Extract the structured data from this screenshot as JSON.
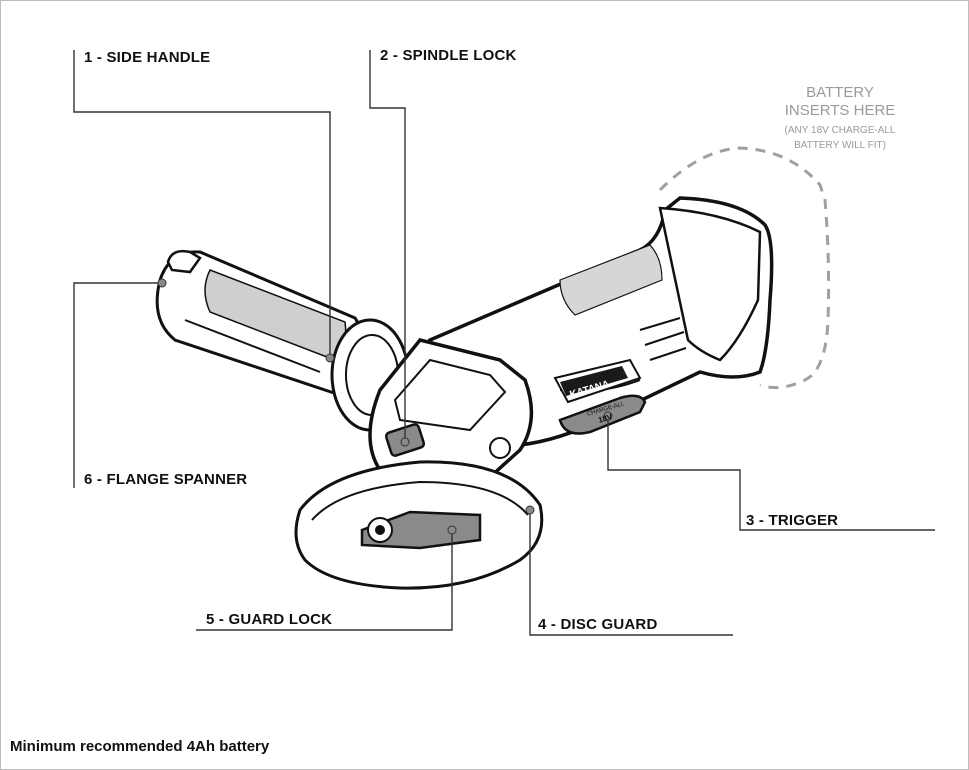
{
  "callouts": {
    "side_handle": "1 - SIDE HANDLE",
    "spindle_lock": "2 - SPINDLE LOCK",
    "trigger": "3 - TRIGGER",
    "disc_guard": "4 - DISC GUARD",
    "guard_lock": "5 - GUARD LOCK",
    "flange_spanner": "6 - FLANGE SPANNER"
  },
  "battery_note": {
    "line1": "BATTERY",
    "line2": "INSERTS HERE",
    "line3": "(ANY 18V CHARGE-ALL",
    "line4": "BATTERY WILL FIT)"
  },
  "branding": {
    "logo": "KATANA",
    "sub": "CHARGE-ALL",
    "voltage": "18V"
  },
  "footer_note": "Minimum recommended 4Ah battery",
  "colors": {
    "outline": "#111111",
    "body_fill": "#ffffff",
    "grip_fill": "#cfcfcf",
    "accent_grey": "#8a8a8a",
    "battery_dash": "#a0a0a0",
    "frame": "#bdbdbd"
  }
}
